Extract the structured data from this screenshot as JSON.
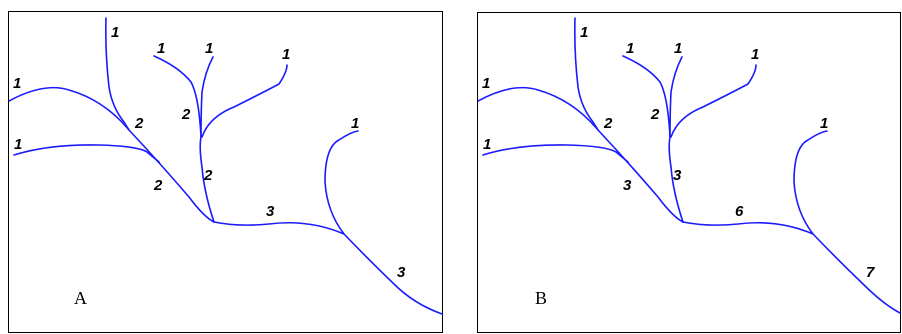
{
  "panels": [
    {
      "label": "A",
      "orders": [
        "1",
        "1",
        "1",
        "1",
        "1",
        "1",
        "1",
        "2",
        "2",
        "2",
        "2",
        "3",
        "3"
      ]
    },
    {
      "label": "B",
      "orders": [
        "1",
        "1",
        "1",
        "1",
        "1",
        "1",
        "1",
        "2",
        "2",
        "3",
        "3",
        "6",
        "7"
      ]
    }
  ]
}
